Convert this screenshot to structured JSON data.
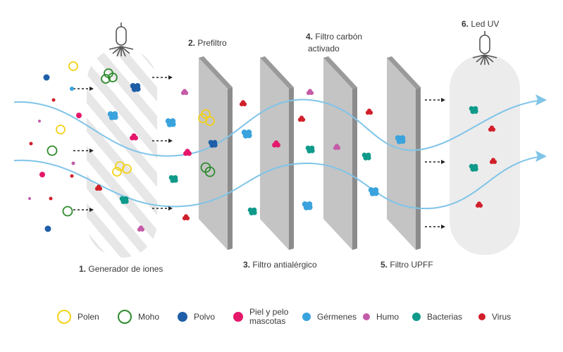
{
  "stages": [
    {
      "num": "1.",
      "label": "Generador de iones"
    },
    {
      "num": "2.",
      "label": "Prefiltro"
    },
    {
      "num": "3.",
      "label": "Filtro antialérgico"
    },
    {
      "num": "4.",
      "label": "Filtro carbón",
      "label2": "activado"
    },
    {
      "num": "5.",
      "label": "Filtro UPFF"
    },
    {
      "num": "6.",
      "label": "Led UV"
    }
  ],
  "legend": [
    {
      "icon": "polen-icon",
      "label": "Polen",
      "color": "#f2d21b"
    },
    {
      "icon": "moho-icon",
      "label": "Moho",
      "color": "#2e8b2e"
    },
    {
      "icon": "polvo-icon",
      "label": "Polvo",
      "color": "#1f5fa8"
    },
    {
      "icon": "piel-pelo-icon",
      "label": "Piel y pelo\nmascotas",
      "color": "#e5186b"
    },
    {
      "icon": "germenes-icon",
      "label": "Gérmenes",
      "color": "#3aa3dd"
    },
    {
      "icon": "humo-icon",
      "label": "Humo",
      "color": "#c45ba8"
    },
    {
      "icon": "bacterias-icon",
      "label": "Bacterias",
      "color": "#0f9a8a"
    },
    {
      "icon": "virus-icon",
      "label": "Virus",
      "color": "#d11f2a"
    }
  ],
  "colors": {
    "airflow": "#7fc4e8",
    "filter_front": "#c4c4c4",
    "filter_side": "#8f8f8f",
    "ionizer_stripes": "#e6e6e6",
    "uv_chamber": "#ededed"
  }
}
